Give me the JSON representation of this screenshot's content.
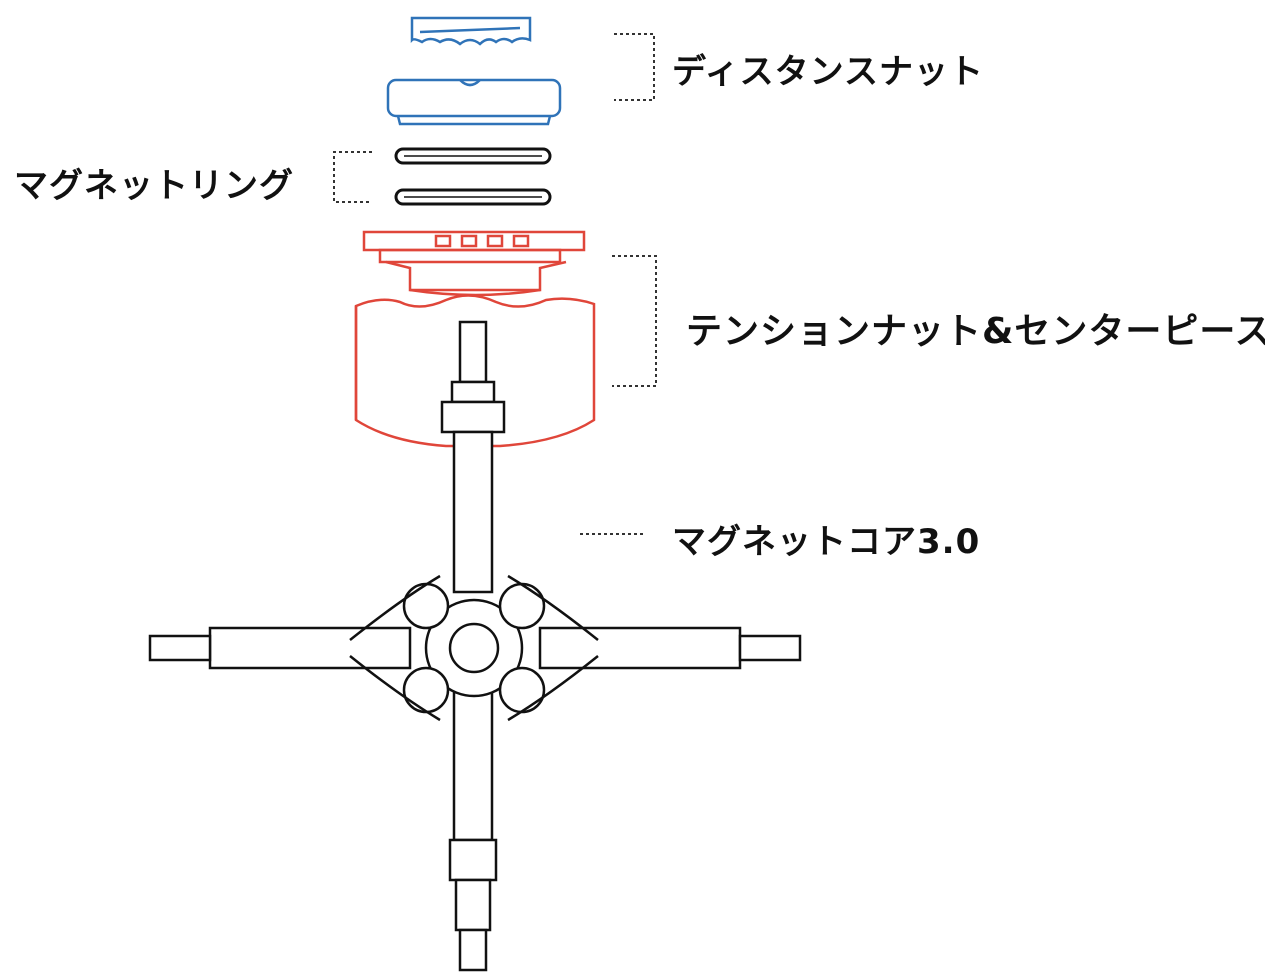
{
  "labels": {
    "distance_nut": "ディスタンスナット",
    "magnet_ring": "マグネットリング",
    "tension_nut": "テンションナット&センターピース",
    "magnet_core": "マグネットコア3.0"
  },
  "colors": {
    "distance_nut": "#2f73b8",
    "tension_nut": "#e0463a",
    "core": "#111111",
    "bracket": "#333333"
  }
}
